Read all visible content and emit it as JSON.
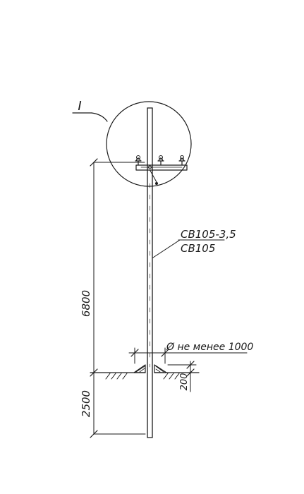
{
  "drawing": {
    "detail_callout": "I",
    "pole_label_line1": "СВ105-3,5",
    "pole_label_line2": "СВ105",
    "dim_height_above_ground": "6800",
    "dim_depth_below_ground": "2500",
    "dim_foundation_width": "Ø не менее 1000",
    "dim_base_thickness": "200"
  }
}
